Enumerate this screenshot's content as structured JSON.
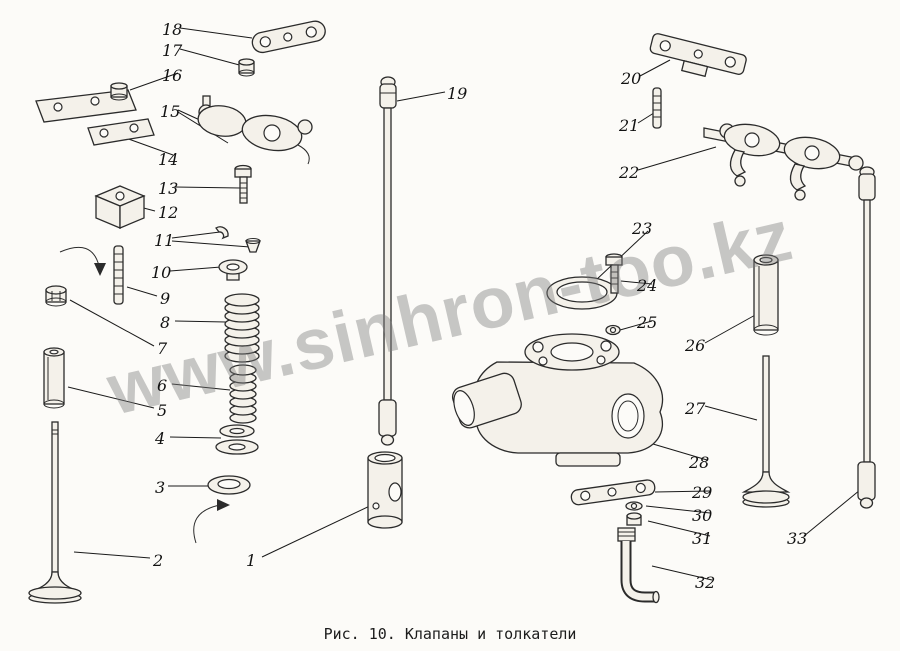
{
  "figure": {
    "caption": "Рис. 10. Клапаны и толкатели"
  },
  "watermark": {
    "text": "www.sinhron-too.kz",
    "color": "#7d7d7d"
  },
  "part_labels": [
    "1",
    "2",
    "3",
    "4",
    "5",
    "6",
    "7",
    "8",
    "9",
    "10",
    "11",
    "12",
    "13",
    "14",
    "15",
    "16",
    "17",
    "18",
    "19",
    "20",
    "21",
    "22",
    "23",
    "24",
    "25",
    "26",
    "27",
    "28",
    "29",
    "30",
    "31",
    "32",
    "33"
  ]
}
